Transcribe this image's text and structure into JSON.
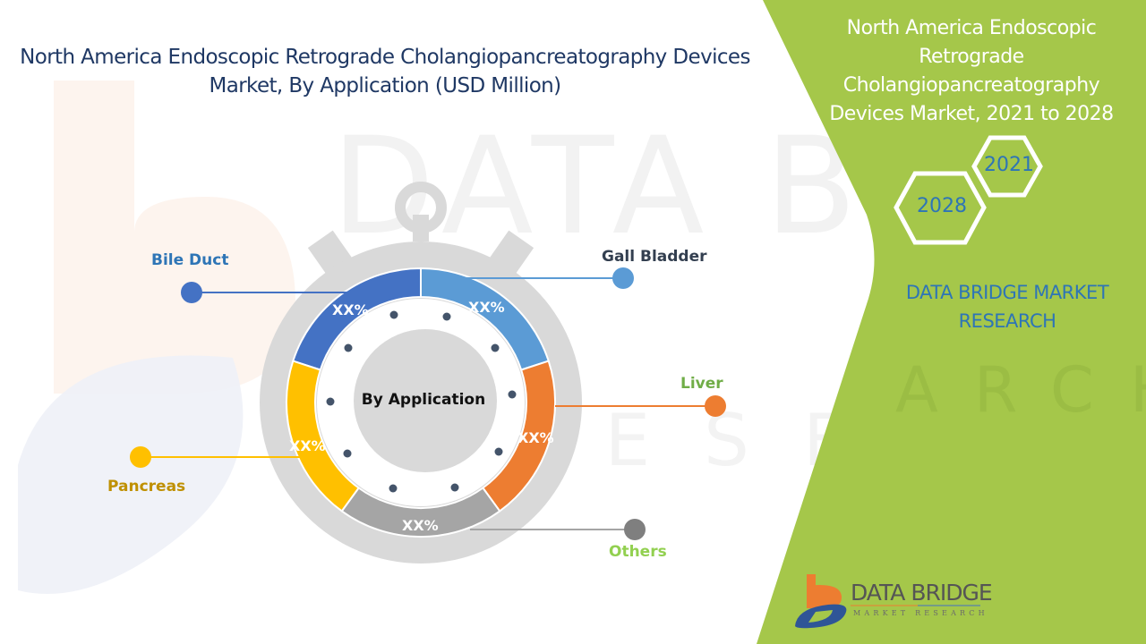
{
  "header": {
    "title_line1": "North America Endoscopic Retrograde Cholangiopancreatography Devices",
    "title_line2": "Market, By Application (USD Million)"
  },
  "side_panel": {
    "title_lines": [
      "North America Endoscopic",
      "Retrograde",
      "Cholangiopancreatography",
      "Devices Market, 2021 to 2028"
    ],
    "hex_years": [
      "2021",
      "2028"
    ],
    "brand_lines": [
      "DATA BRIDGE MARKET",
      "RESEARCH"
    ],
    "background_color": "#a5c74a"
  },
  "logo": {
    "name": "DATA BRIDGE",
    "tagline": "MARKET RESEARCH"
  },
  "chart_data": {
    "type": "pie",
    "title": "North America Endoscopic Retrograde Cholangiopancreatography Devices Market, By Application (USD Million)",
    "center_label": "By Application",
    "categories": [
      "Bile Duct",
      "Gall Bladder",
      "Liver",
      "Others",
      "Pancreas"
    ],
    "values": [
      "XX%",
      "XX%",
      "XX%",
      "XX%",
      "XX%"
    ],
    "colors": [
      "#4472c4",
      "#5b9bd5",
      "#ed7d31",
      "#a5a5a5",
      "#ffc000"
    ],
    "label_colors": [
      "#2e75b6",
      "#333f50",
      "#70ad47",
      "#92d050",
      "#bf9000"
    ],
    "legend_position": "callouts"
  },
  "segments": {
    "bile_duct": {
      "label": "Bile Duct",
      "value": "XX%"
    },
    "gall_bladder": {
      "label": "Gall Bladder",
      "value": "XX%"
    },
    "liver": {
      "label": "Liver",
      "value": "XX%"
    },
    "others": {
      "label": "Others",
      "value": "XX%"
    },
    "pancreas": {
      "label": "Pancreas",
      "value": "XX%"
    }
  }
}
